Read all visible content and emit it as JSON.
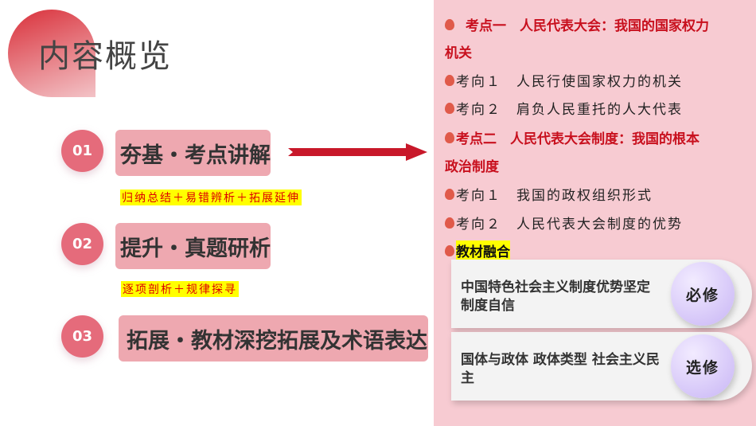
{
  "title": "内容概览",
  "sections": [
    {
      "num": "01",
      "label": "夯基・考点讲解",
      "sub": "归纳总结＋易错辨析＋拓展延伸"
    },
    {
      "num": "02",
      "label": "提升・真题研析",
      "sub": "逐项剖析＋规律探寻"
    },
    {
      "num": "03",
      "label": "拓展・教材深挖拓展及术语表达"
    }
  ],
  "outline": [
    {
      "text": "考点一　人民代表大会：我国的国家权力",
      "cont": "机关"
    },
    {
      "text": "考向１　人民行使国家权力的机关"
    },
    {
      "text": "考向２　肩负人民重托的人大代表"
    },
    {
      "text": "考点二　人民代表大会制度：我国的根本",
      "cont": "政治制度"
    },
    {
      "text": "考向１　我国的政权组织形式"
    },
    {
      "text": "考向２　人民代表大会制度的优势"
    },
    {
      "text": "教材融合"
    }
  ],
  "cards": [
    {
      "text": "中国特色社会主义制度优势坚定制度自信",
      "tag": "必修"
    },
    {
      "text": "国体与政体 政体类型 社会主义民主",
      "tag": "选修"
    }
  ],
  "colors": {
    "accent": "#c8101e",
    "panel": "#f7cbd2",
    "box": "#eea8b0"
  }
}
